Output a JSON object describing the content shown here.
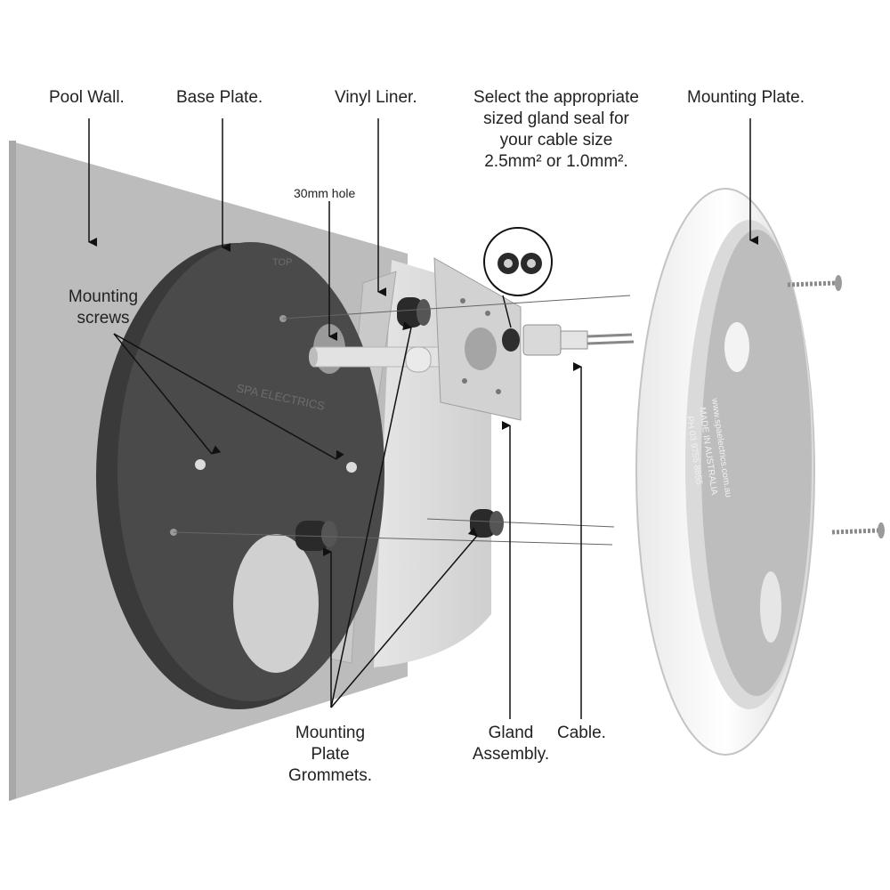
{
  "labels": {
    "pool_wall": "Pool Wall.",
    "base_plate": "Base Plate.",
    "vinyl_liner": "Vinyl Liner.",
    "gland_seal": [
      "Select the appropriate",
      "sized gland seal for",
      "your cable size",
      "2.5mm² or 1.0mm²."
    ],
    "mounting_plate": "Mounting Plate.",
    "hole_30mm": "30mm hole",
    "mounting_screws": [
      "Mounting",
      "screws"
    ],
    "grommets": [
      "Mounting",
      "Plate",
      "Grommets."
    ],
    "gland_assembly": [
      "Gland",
      "Assembly."
    ],
    "cable": "Cable."
  },
  "part_markings": {
    "base_plate_text": "SPA ELECTRICS",
    "base_plate_top": "TOP",
    "mounting_plate_lines": [
      "www.spaelectrics.com.au",
      "MADE IN AUSTRALIA",
      "PH 03 9755 8855"
    ]
  },
  "colors": {
    "wall": "#bdbdbd",
    "base_plate": "#4a4a4a",
    "liner": "#d6d6d6",
    "mounting_plate": "#f2f2f2",
    "text": "#222222"
  }
}
